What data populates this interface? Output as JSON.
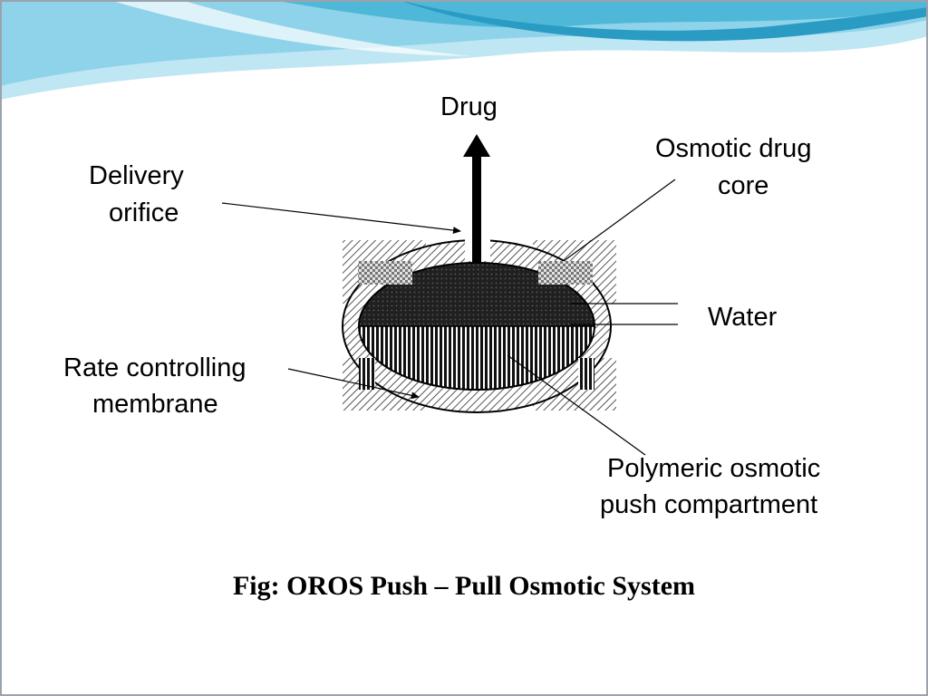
{
  "theme": {
    "wave_light": "#bfe6f3",
    "wave_mid": "#8fd3ea",
    "wave_dark": "#4fb8d8",
    "wave_deep": "#2a9cc4",
    "border": "#9aa3ad"
  },
  "diagram": {
    "label_drug": "Drug",
    "label_delivery_orifice_line1": "Delivery",
    "label_delivery_orifice_line2": "orifice",
    "label_osmotic_core_line1": "Osmotic drug",
    "label_osmotic_core_line2": "core",
    "label_water": "Water",
    "label_membrane_line1": "Rate controlling",
    "label_membrane_line2": "membrane",
    "label_push_line1": "Polymeric osmotic",
    "label_push_line2": "push compartment"
  },
  "caption": "Fig: OROS Push – Pull Osmotic System"
}
